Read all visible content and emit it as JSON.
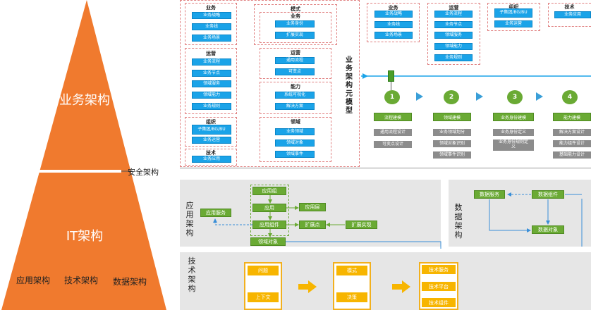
{
  "pyramid": {
    "top_label": "业务架构",
    "divider_label": "安全架构",
    "mid_label": "IT架构",
    "bottom_labels": [
      "应用架构",
      "技术架构",
      "数据架构"
    ],
    "color": "#f07a2e"
  },
  "meta_model": {
    "vertical_title": "业务架构元模型",
    "col1": [
      {
        "title": "业务",
        "items": [
          "业务战略",
          "业务线",
          "业务场景"
        ]
      },
      {
        "title": "运营",
        "items": [
          "业务流程",
          "业务节点",
          "领域服务",
          "领域能力",
          "业务规则"
        ]
      },
      {
        "title": "组织",
        "items": [
          "子集团/BG/BU",
          "业务运营"
        ]
      },
      {
        "title": "技术",
        "items": [
          "业务应用"
        ]
      }
    ],
    "col2": [
      {
        "title": "模式",
        "sub": "业务",
        "items": [
          "业务身份",
          "扩展实现"
        ]
      },
      {
        "title": "运营",
        "items": [
          "通用流程",
          "可变点"
        ]
      },
      {
        "title": "能力",
        "items": [
          "系统可视化",
          "解决方案"
        ]
      },
      {
        "title": "领域",
        "items": [
          "业务领域",
          "领域对象",
          "领域事件"
        ]
      }
    ]
  },
  "top_right": {
    "groups": [
      {
        "title": "业务",
        "items": [
          "业务战略",
          "业务线",
          "业务场景"
        ]
      },
      {
        "title": "运营",
        "items": [
          "业务流程",
          "业务节点",
          "领域服务",
          "领域能力",
          "业务规则"
        ]
      },
      {
        "title": "组织",
        "items": [
          "子集团/BG/BU",
          "业务运营"
        ]
      },
      {
        "title": "技术",
        "items": [
          "业务应用"
        ]
      }
    ],
    "steps": [
      {
        "num": "1",
        "head": "流程建模",
        "items": [
          "通用流程设计",
          "可变点设计"
        ]
      },
      {
        "num": "2",
        "head": "领域建模",
        "items": [
          "业务领域划分",
          "领域对象识别",
          "领域事件识别"
        ]
      },
      {
        "num": "3",
        "head": "业务身份建模",
        "items": [
          "业务身份定义",
          "业务身份规则定义"
        ]
      },
      {
        "num": "4",
        "head": "能力建模",
        "items": [
          "解决方案设计",
          "能力组件设计",
          "基础能力设计"
        ]
      }
    ]
  },
  "app_arch": {
    "title": "应用架构",
    "nodes": {
      "app_service": "应用服务",
      "app_group": "应用组",
      "app": "应用",
      "app_layer": "应用层",
      "app_component": "应用组件",
      "ext_point": "扩展点",
      "ext_impl": "扩展实现",
      "domain_object": "领域对象"
    }
  },
  "data_arch": {
    "title": "数据架构",
    "nodes": {
      "data_service": "数据服务",
      "data_component": "数据组件",
      "data_object": "数据对象"
    }
  },
  "tech_arch": {
    "title": "技术架构",
    "problem": "问题",
    "context": "上下文",
    "pattern": "模式",
    "decision": "决策",
    "outputs": [
      "技术服务",
      "技术平台",
      "技术组件"
    ]
  }
}
